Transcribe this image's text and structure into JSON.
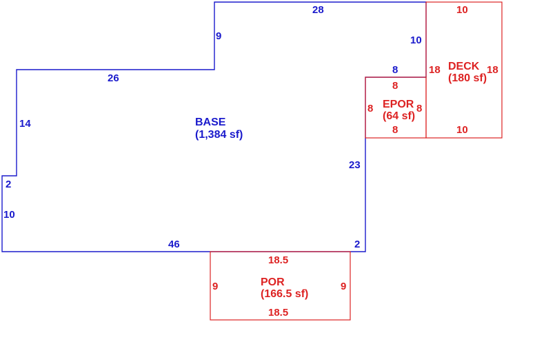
{
  "colors": {
    "base": "#1a1acc",
    "addon": "#dd2222",
    "background": "#ffffff"
  },
  "areas": {
    "base": {
      "name": "BASE",
      "area": "(1,384 sf)"
    },
    "epor": {
      "name": "EPOR",
      "area": "(64 sf)"
    },
    "deck": {
      "name": "DECK",
      "area": "(180 sf)"
    },
    "por": {
      "name": "POR",
      "area": "(166.5 sf)"
    }
  },
  "dimensions": {
    "base": {
      "top": "28",
      "inner_step_vertical": "9",
      "upper_left_width": "26",
      "left_upper": "14",
      "left_notch": "2",
      "left_lower": "10",
      "bottom": "46",
      "bottom_right_step": "2",
      "right_lower": "23",
      "right_upper": "10",
      "notch_top": "8"
    },
    "epor": {
      "top": "8",
      "left": "8",
      "right": "8",
      "bottom": "8"
    },
    "deck": {
      "top": "10",
      "left": "18",
      "right": "18",
      "bottom": "10"
    },
    "por": {
      "top": "18.5",
      "left": "9",
      "right": "9",
      "bottom": "18.5"
    }
  }
}
